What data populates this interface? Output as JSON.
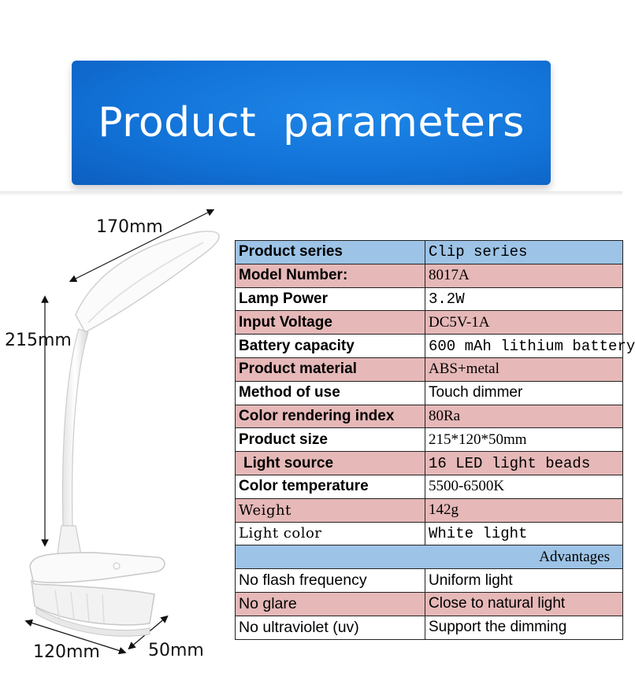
{
  "banner": {
    "title": "Product  parameters"
  },
  "colors": {
    "banner": "#1273d8",
    "row_blue": "#9dc3e6",
    "row_pink": "#e6b8b8"
  },
  "dimensions": {
    "length": "170mm",
    "height": "215mm",
    "width": "120mm",
    "depth": "50mm"
  },
  "specs": [
    {
      "label": "Product series",
      "value": "Clip series"
    },
    {
      "label": "Model Number:",
      "value": "8017A"
    },
    {
      "label": "Lamp Power",
      "value": "3.2W"
    },
    {
      "label": "Input Voltage",
      "value": "DC5V-1A"
    },
    {
      "label": "Battery capacity",
      "value": "600 mAh lithium battery"
    },
    {
      "label": "Product material",
      "value": "ABS+metal"
    },
    {
      "label": "Method of use",
      "value": "Touch dimmer"
    },
    {
      "label": "Color rendering index",
      "value": "80Ra"
    },
    {
      "label": "Product size",
      "value": "215*120*50mm"
    },
    {
      "label": "Light source",
      "value": "16 LED light beads"
    },
    {
      "label": "Color temperature",
      "value": "5500-6500K"
    },
    {
      "label": "Weight",
      "value": "142g"
    },
    {
      "label": "Light color",
      "value": "White light"
    }
  ],
  "advantages": {
    "header": "Advantages",
    "rows": [
      {
        "left": "No flash frequency",
        "right": "Uniform light"
      },
      {
        "left": "No glare",
        "right": "Close to natural light"
      },
      {
        "left": "No ultraviolet (uv)",
        "right": "Support the dimming"
      }
    ]
  }
}
